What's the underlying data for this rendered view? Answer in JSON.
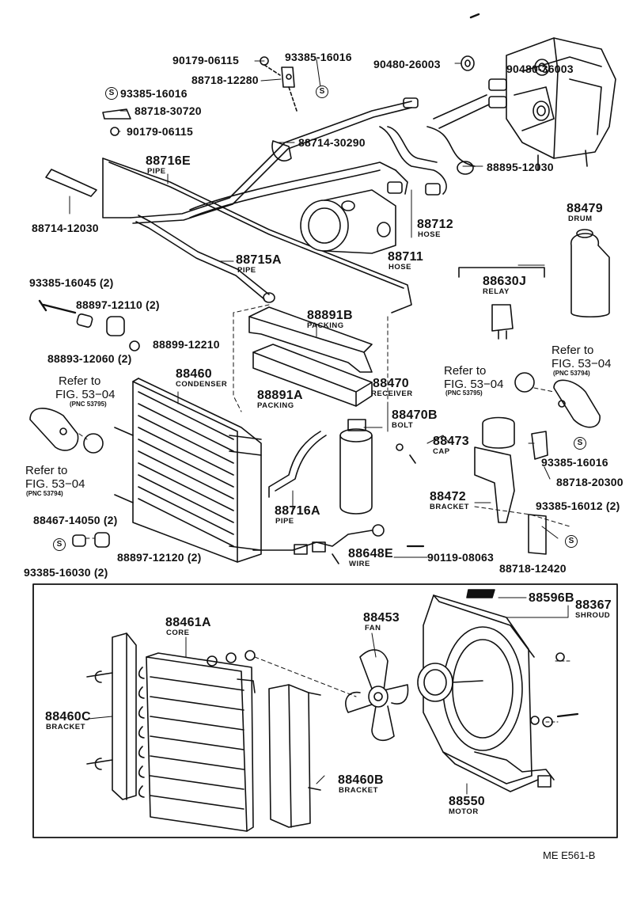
{
  "diagram_code": "ME E561-B",
  "refer_text": "Refer to",
  "refer_fig": "FIG. 53−04",
  "s_mark": "S",
  "parts": {
    "p1": {
      "num": "90179-06115"
    },
    "p2": {
      "num": "93385-16016"
    },
    "p3": {
      "num": "88718-12280"
    },
    "p4": {
      "num": "90480-26003"
    },
    "p5": {
      "num": "90480-36003"
    },
    "p6": {
      "num": "93385-16016"
    },
    "p7": {
      "num": "88718-30720"
    },
    "p8": {
      "num": "90179-06115"
    },
    "p9": {
      "num": "88714-30290"
    },
    "p10": {
      "num": "88716E",
      "sub": "PIPE"
    },
    "p11": {
      "num": "88895-12030"
    },
    "p12": {
      "num": "88714-12030"
    },
    "p13": {
      "num": "88712",
      "sub": "HOSE"
    },
    "p14": {
      "num": "88479",
      "sub": "DRUM"
    },
    "p15": {
      "num": "88711",
      "sub": "HOSE"
    },
    "p16": {
      "num": "88715A",
      "sub": "PIPE"
    },
    "p17": {
      "num": "93385-16045 (2)"
    },
    "p18": {
      "num": "88630J",
      "sub": "RELAY"
    },
    "p19": {
      "num": "88897-12110 (2)"
    },
    "p20": {
      "num": "88891B",
      "sub": "PACKING"
    },
    "p21": {
      "num": "88899-12210"
    },
    "p22": {
      "num": "88893-12060 (2)"
    },
    "p23": {
      "pnc": "(PNC 53794)"
    },
    "p24": {
      "num": "88460",
      "sub": "CONDENSER"
    },
    "p25": {
      "num": "88891A",
      "sub": "PACKING"
    },
    "p26": {
      "num": "88470",
      "sub": "RECEIVER"
    },
    "p27": {
      "pnc": "(PNC 53795)"
    },
    "p28": {
      "pnc": "(PNC 53795)"
    },
    "p29": {
      "num": "88470B",
      "sub": "BOLT"
    },
    "p30": {
      "num": "88473",
      "sub": "CAP"
    },
    "p31": {
      "num": "93385-16016"
    },
    "p32": {
      "pnc": "(PNC 53794)"
    },
    "p33": {
      "num": "88718-20300"
    },
    "p34": {
      "num": "88472",
      "sub": "BRACKET"
    },
    "p35": {
      "num": "93385-16012 (2)"
    },
    "p36": {
      "num": "88716A",
      "sub": "PIPE"
    },
    "p37": {
      "num": "88467-14050 (2)"
    },
    "p38": {
      "num": "88897-12120 (2)"
    },
    "p39": {
      "num": "88648E",
      "sub": "WIRE"
    },
    "p40": {
      "num": "90119-08063"
    },
    "p41": {
      "num": "88718-12420"
    },
    "p42": {
      "num": "93385-16030 (2)"
    },
    "p43": {
      "num": "88596B"
    },
    "p44": {
      "num": "88367",
      "sub": "SHROUD"
    },
    "p45": {
      "num": "88461A",
      "sub": "CORE"
    },
    "p46": {
      "num": "88453",
      "sub": "FAN"
    },
    "p47": {
      "num": "88460C",
      "sub": "BRACKET"
    },
    "p48": {
      "num": "88460B",
      "sub": "BRACKET"
    },
    "p49": {
      "num": "88550",
      "sub": "MOTOR"
    }
  }
}
